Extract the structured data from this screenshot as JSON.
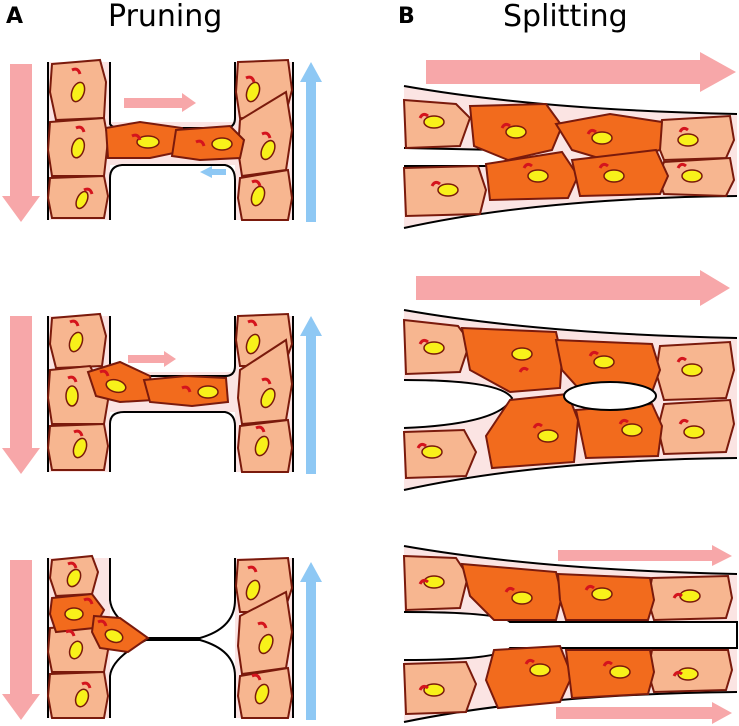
{
  "figure": {
    "panel_a": {
      "letter": "A",
      "title": "Pruning"
    },
    "panel_b": {
      "letter": "B",
      "title": "Splitting"
    }
  },
  "colors": {
    "flow_arrow_pink": "#f7a7a9",
    "flow_arrow_blue": "#8ec8f4",
    "light_cell": "#f7b690",
    "dark_cell": "#f26b1d",
    "cell_outline": "#7a1a0c",
    "nucleus": "#f8f11a",
    "golgi": "#d4141d",
    "vessel_lumen_tint": "#fbe4e3"
  },
  "icons": [
    "flow-arrow",
    "endothelial-cell",
    "nucleus",
    "golgi-crescent"
  ]
}
